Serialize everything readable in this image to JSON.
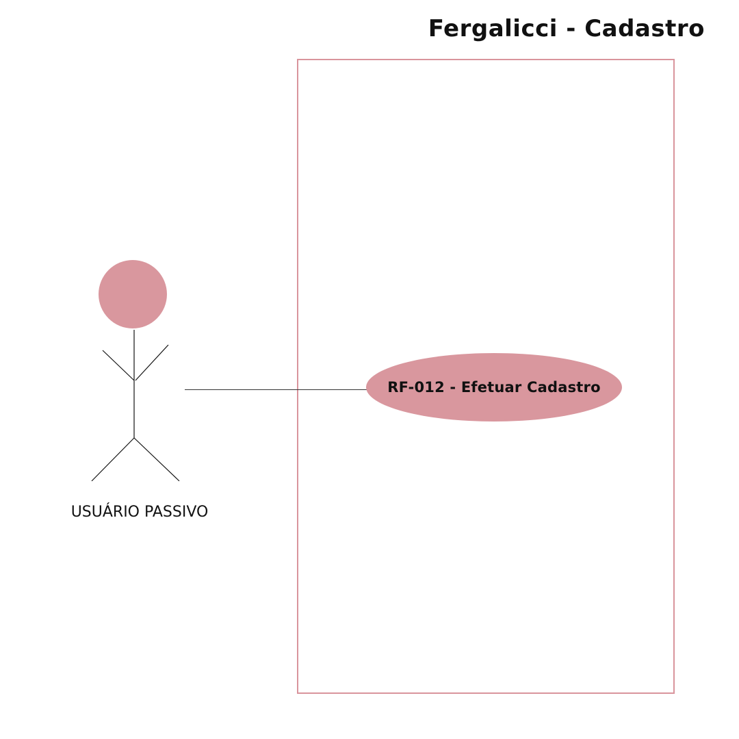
{
  "diagram": {
    "title": "Fergalicci - Cadastro",
    "actor": {
      "label": "USUÁRIO PASSIVO"
    },
    "use_case": {
      "label": "RF-012 - Efetuar Cadastro"
    }
  },
  "colors": {
    "accent": "#d9979e",
    "boundary": "#d9949c",
    "line": "#333333",
    "text": "#111111"
  }
}
